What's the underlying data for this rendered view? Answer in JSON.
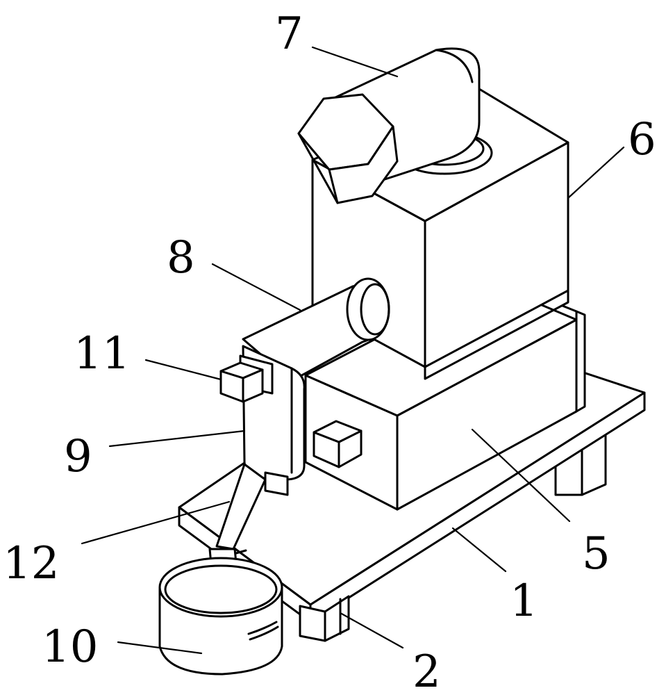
{
  "diagram": {
    "labels": [
      {
        "id": "label-7",
        "text": "7"
      },
      {
        "id": "label-6",
        "text": "6"
      },
      {
        "id": "label-8",
        "text": "8"
      },
      {
        "id": "label-11",
        "text": "11"
      },
      {
        "id": "label-9",
        "text": "9"
      },
      {
        "id": "label-12",
        "text": "12"
      },
      {
        "id": "label-5",
        "text": "5"
      },
      {
        "id": "label-1",
        "text": "1"
      },
      {
        "id": "label-10",
        "text": "10"
      },
      {
        "id": "label-2",
        "text": "2"
      }
    ]
  }
}
